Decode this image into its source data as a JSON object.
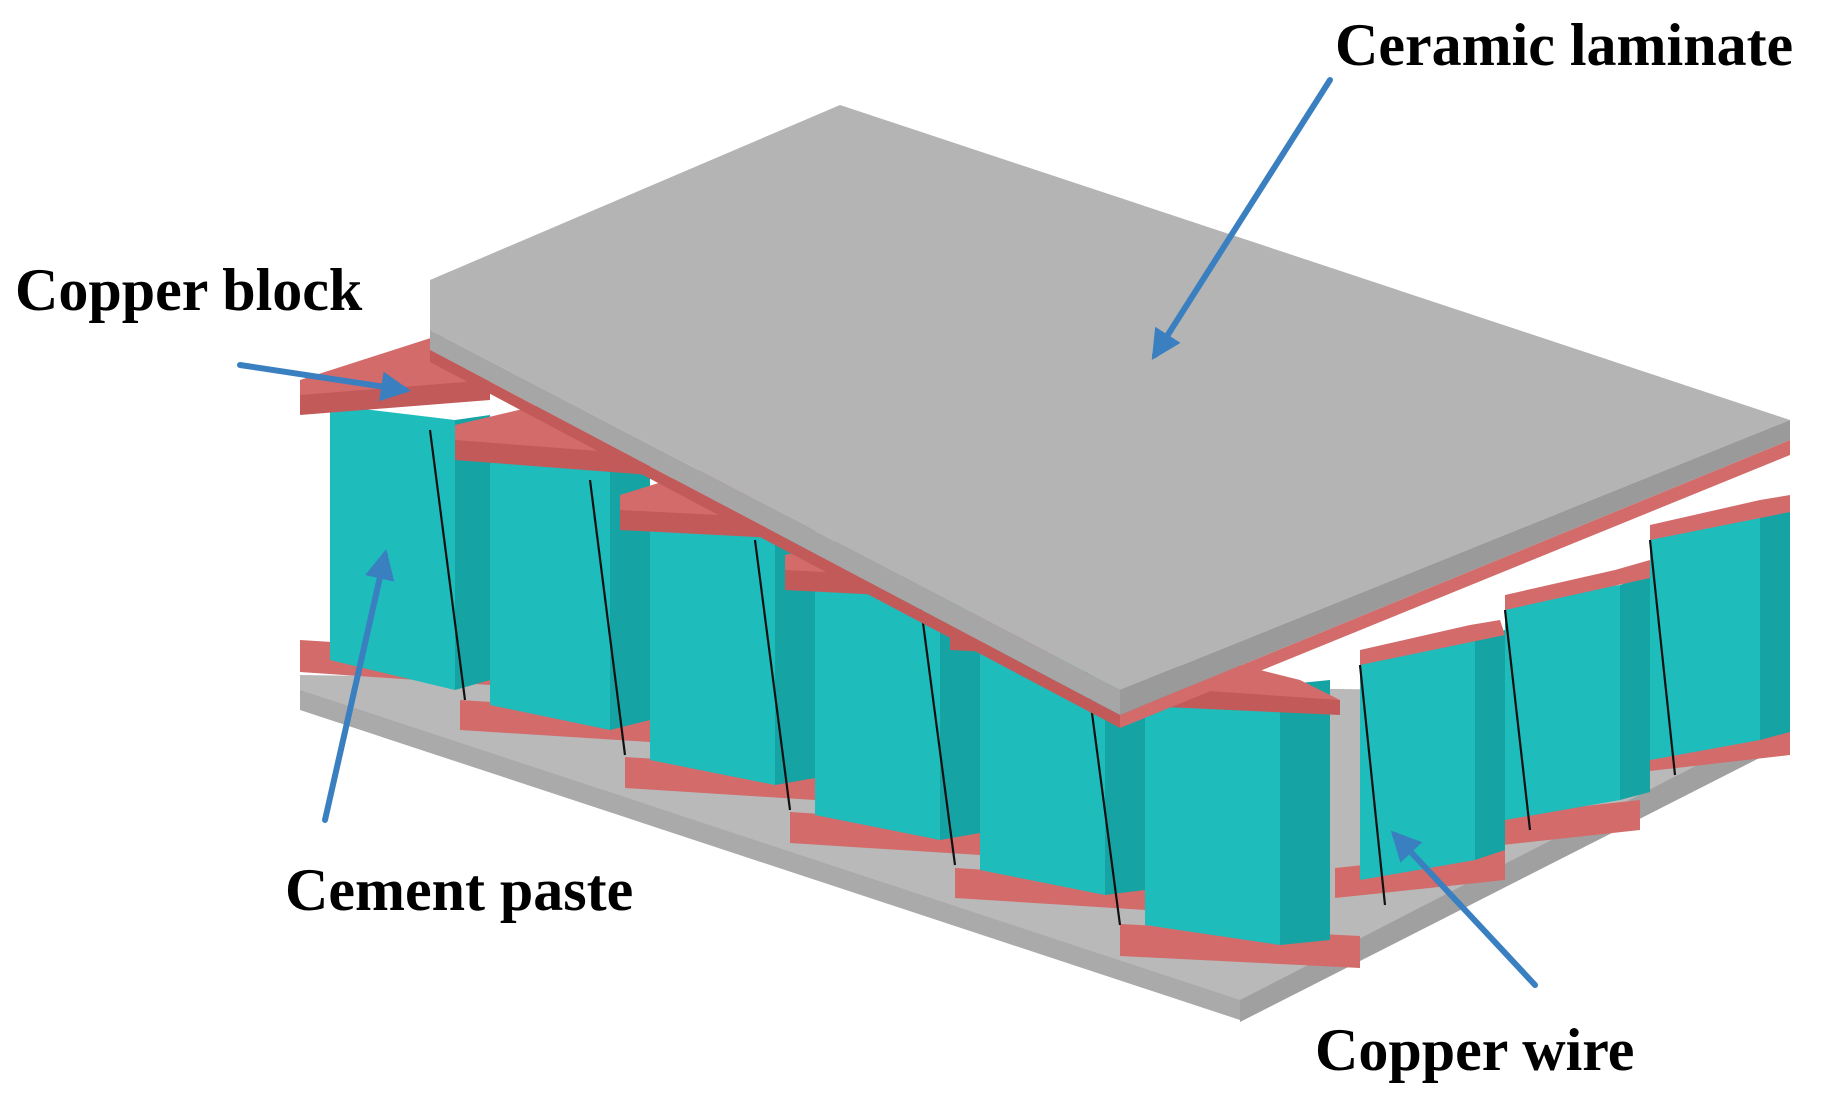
{
  "labels": {
    "ceramic_laminate": "Ceramic laminate",
    "copper_block": "Copper block",
    "cement_paste": "Cement paste",
    "copper_wire": "Copper wire"
  },
  "colors": {
    "ceramic": "#b4b4b4",
    "ceramic_side": "#a6a6a6",
    "copper": "#d36b6b",
    "copper_dark": "#c25a5a",
    "cement": "#1fbcbc",
    "cement_dark": "#16a3a3",
    "arrow": "#3a7fc0"
  }
}
